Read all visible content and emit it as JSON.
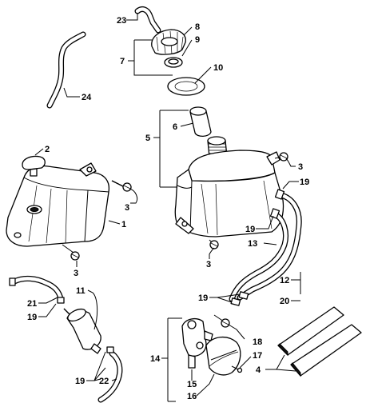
{
  "callouts": {
    "c1": "1",
    "c2": "2",
    "c3a": "3",
    "c3b": "3",
    "c3c": "3",
    "c3d": "3",
    "c4": "4",
    "c5": "5",
    "c6": "6",
    "c7": "7",
    "c8": "8",
    "c9": "9",
    "c10": "10",
    "c11": "11",
    "c12": "12",
    "c13": "13",
    "c14": "14",
    "c15": "15",
    "c16": "16",
    "c17": "17",
    "c18": "18",
    "c19a": "19",
    "c19b": "19",
    "c19c": "19",
    "c19d": "19",
    "c19e": "19",
    "c20": "20",
    "c21": "21",
    "c22": "22",
    "c23": "23",
    "c24": "24"
  }
}
